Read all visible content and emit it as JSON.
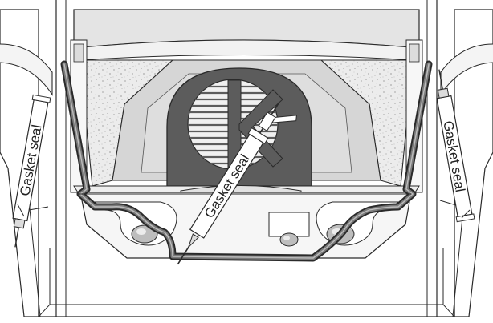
{
  "labels": {
    "left": "Gasket seal",
    "center": "Gasket seal",
    "right": "Gasket seal"
  },
  "colors": {
    "outline": "#2a2a2a",
    "gasket": "#4a4a4a",
    "stone": "#d9d9d9",
    "dark_panel": "#5c5c5c",
    "light_panel": "#e6e6e6",
    "paper": "#ffffff"
  }
}
